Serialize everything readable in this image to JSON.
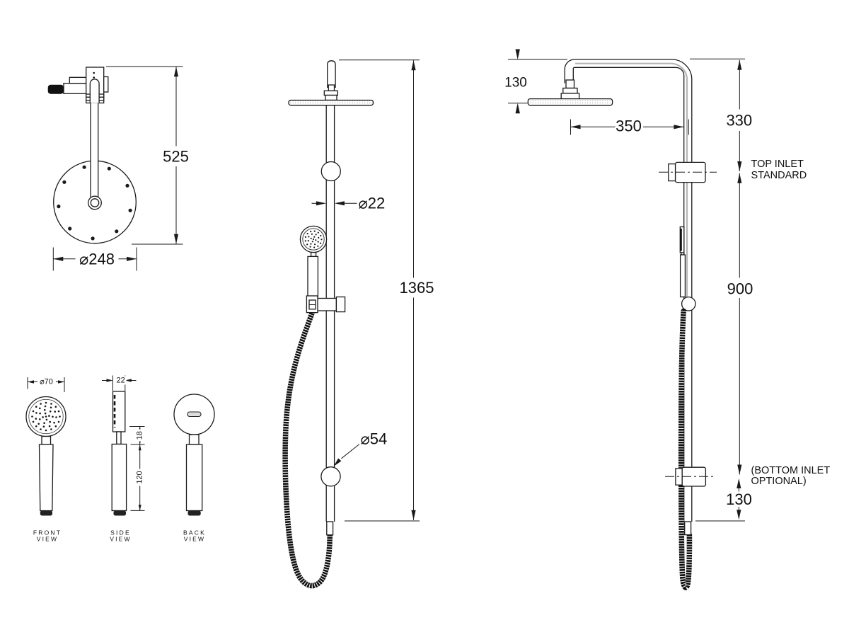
{
  "page": {
    "background": "#ffffff",
    "line_color": "#1a1a1a"
  },
  "overhead_view": {
    "dim_height": "525",
    "dim_head_diameter": "⌀248"
  },
  "hand_shower_views": {
    "front": {
      "dim_face_diameter": "⌀70",
      "label": [
        "FRONT",
        "VIEW"
      ]
    },
    "side": {
      "dim_head_width": "22",
      "dim_neck_height": "18",
      "dim_handle_length": "120",
      "label": [
        "SIDE",
        "VIEW"
      ]
    },
    "back": {
      "label": [
        "BACK",
        "VIEW"
      ]
    }
  },
  "front_view_column": {
    "dim_rail_diameter": "⌀22",
    "dim_overall_height": "1365",
    "dim_elbow_diameter": "⌀54"
  },
  "side_view_column": {
    "dim_head_drop": "130",
    "dim_arm_reach": "350",
    "dim_top_inlet_offset": "330",
    "dim_inlet_spacing": "900",
    "dim_bottom_offset": "130",
    "top_inlet_label": [
      "TOP INLET",
      "STANDARD"
    ],
    "bottom_inlet_label": [
      "(BOTTOM INLET",
      "OPTIONAL)"
    ]
  }
}
